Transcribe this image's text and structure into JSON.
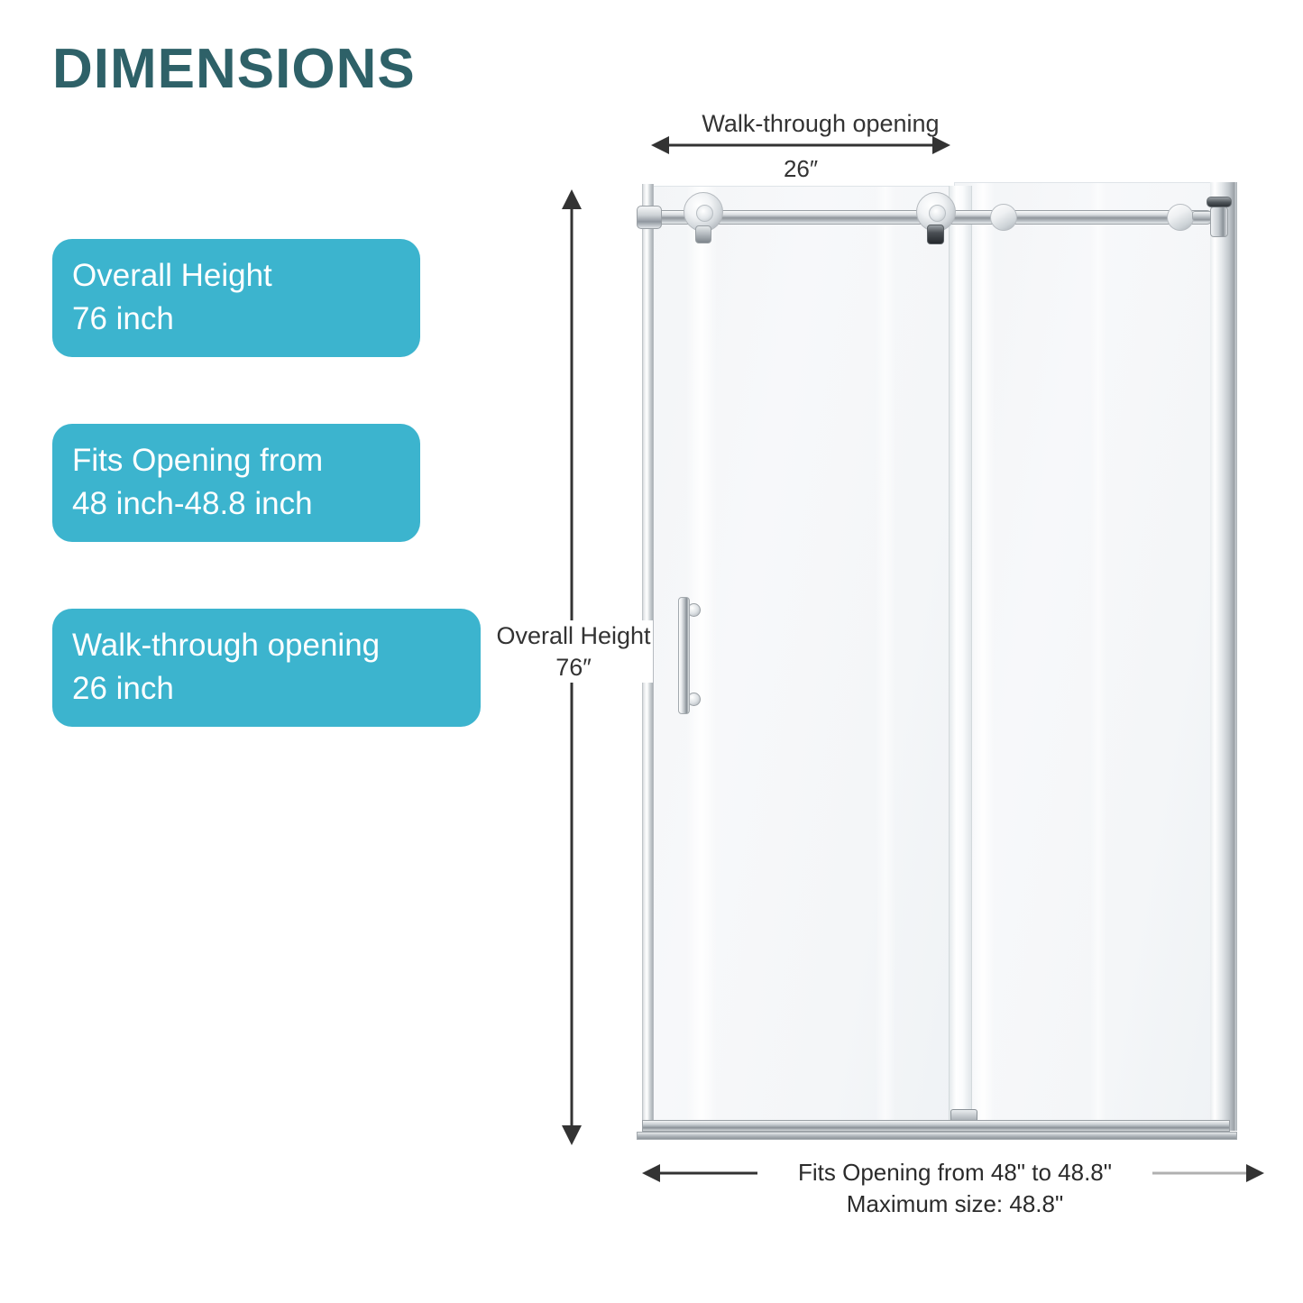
{
  "title": "DIMENSIONS",
  "colors": {
    "title": "#2e6168",
    "badge_bg": "#3cb4ce",
    "badge_text": "#ffffff",
    "dimension_line": "#333333",
    "glass": "#f5f6f8",
    "chrome": "#b6bcc1"
  },
  "badges": [
    {
      "name": "overall-height",
      "line1": "Overall Height",
      "line2": "76 inch"
    },
    {
      "name": "fits-opening",
      "line1": "Fits Opening from",
      "line2": "48 inch-48.8 inch"
    },
    {
      "name": "walk-through",
      "line1": "Walk-through opening",
      "line2": "26 inch"
    }
  ],
  "dimensions": {
    "top": {
      "label": "Walk-through opening",
      "value": "26″"
    },
    "left": {
      "label": "Overall Height",
      "value": "76″"
    },
    "bottom": {
      "line1": "Fits Opening from 48\" to 48.8\"",
      "line2": "Maximum size: 48.8\""
    }
  },
  "product": {
    "type": "sliding-shower-door",
    "panels": [
      "fixed-glass-panel",
      "sliding-glass-door"
    ],
    "hardware": [
      "header-track-rail",
      "roller",
      "roller",
      "glide",
      "glide",
      "wall-mount-bracket",
      "door-handle",
      "bottom-guide",
      "bottom-sill"
    ]
  }
}
